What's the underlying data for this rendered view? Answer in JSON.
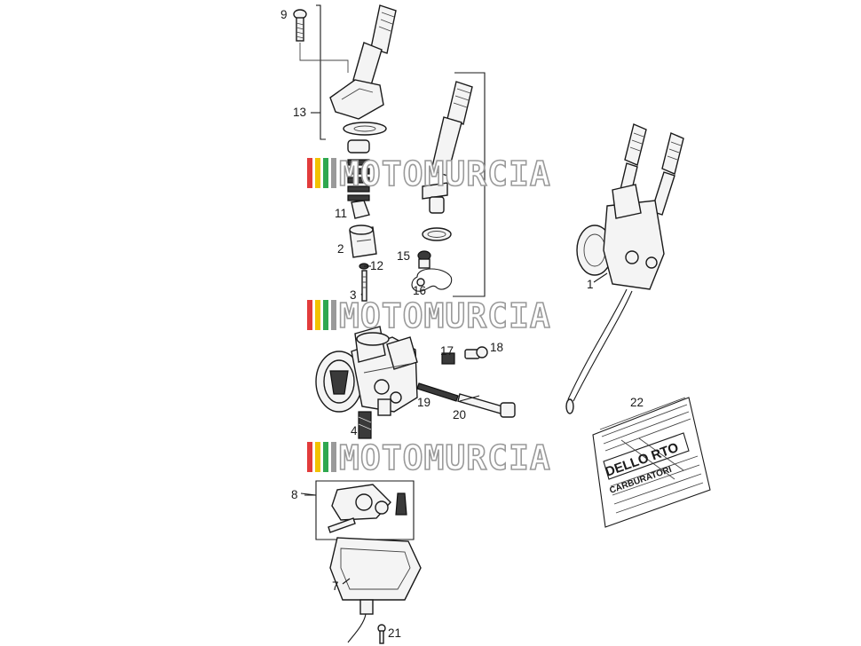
{
  "callouts": {
    "c1": "1",
    "c2": "2",
    "c3": "3",
    "c4": "4",
    "c7": "7",
    "c8": "8",
    "c9": "9",
    "c11": "11",
    "c12": "12",
    "c13": "13",
    "c15": "15",
    "c16": "16",
    "c17": "17",
    "c18": "18",
    "c19": "19",
    "c20": "20",
    "c21": "21",
    "c22": "22"
  },
  "watermark": {
    "text": "MOTOMURCIA",
    "stripe_colors": [
      "#e23b3b",
      "#f2c200",
      "#2fa84f",
      "#9a9a9a"
    ]
  },
  "bag": {
    "line1": "DELLO RTO",
    "line2": "CARBURATORI"
  }
}
